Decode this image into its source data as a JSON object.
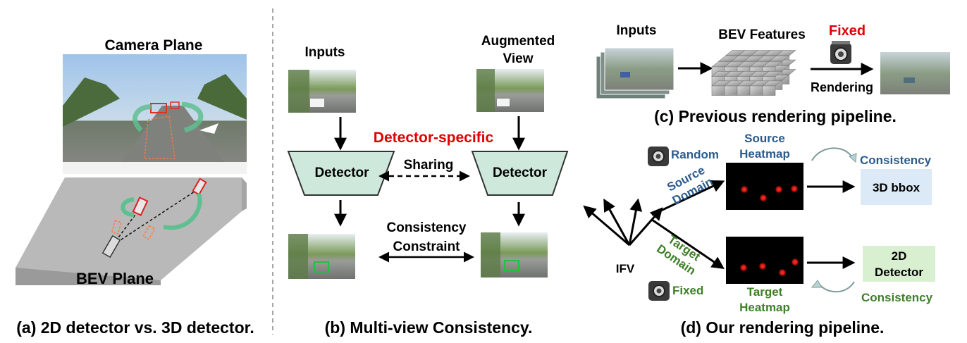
{
  "panel_a": {
    "camera_plane": "Camera Plane",
    "bev_plane": "BEV Plane",
    "caption": "(a) 2D detector vs. 3D detector."
  },
  "panel_b": {
    "inputs": "Inputs",
    "augmented_view_line1": "Augmented",
    "augmented_view_line2": "View",
    "detector_specific": "Detector-specific",
    "detector_left": "Detector",
    "detector_right": "Detector",
    "sharing": "Sharing",
    "consistency_line1": "Consistency",
    "consistency_line2": "Constraint",
    "caption": "(b) Multi-view Consistency."
  },
  "panel_c": {
    "inputs": "Inputs",
    "bev_features": "BEV Features",
    "fixed": "Fixed",
    "rendering": "Rendering",
    "caption": "(c) Previous rendering pipeline."
  },
  "panel_d": {
    "random": "Random",
    "source_heatmap_line1": "Source",
    "source_heatmap_line2": "Heatmap",
    "consistency_top": "Consistency",
    "source_domain_line1": "Source",
    "source_domain_line2": "Domain",
    "bbox_3d": "3D bbox",
    "ifv": "IFV",
    "target_domain_line1": "Target",
    "target_domain_line2": "Domain",
    "detector_2d_line1": "2D",
    "detector_2d_line2": "Detector",
    "fixed": "Fixed",
    "target_heatmap_line1": "Target",
    "target_heatmap_line2": "Heatmap",
    "consistency_bottom": "Consistency",
    "caption": "(d) Our rendering pipeline."
  },
  "colors": {
    "red": "#e00000",
    "blue": "#2c5c8c",
    "green": "#3f7f2a",
    "detector_fill": "#cfe8dc",
    "bbox_fill": "#dce9f6",
    "detector2d_fill": "#d8f0cf",
    "bev_gray": "#b8b8b8"
  },
  "icons": [
    "camera-icon",
    "curved-arrow-icon"
  ]
}
